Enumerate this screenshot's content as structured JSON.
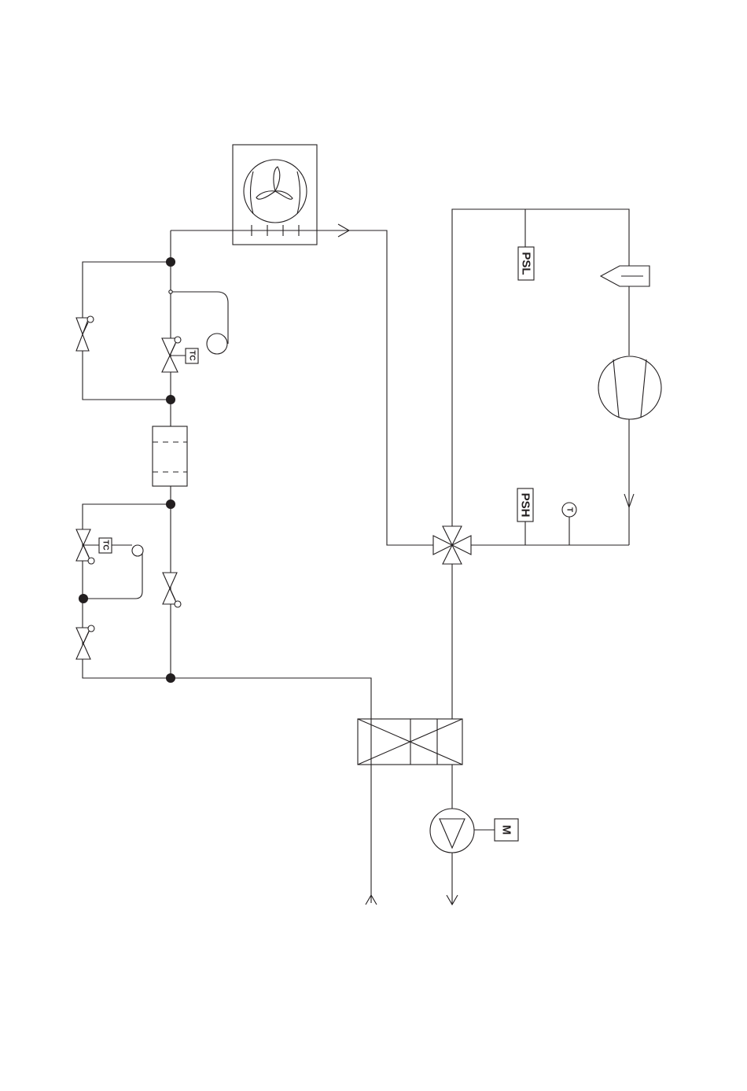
{
  "labels": {
    "psl": "PSL",
    "psh": "PSH",
    "tc_upper": "TC",
    "tc_lower": "TC",
    "temp": "T",
    "motor": "M"
  },
  "colors": {
    "line": "#231f20",
    "background": "#ffffff"
  }
}
